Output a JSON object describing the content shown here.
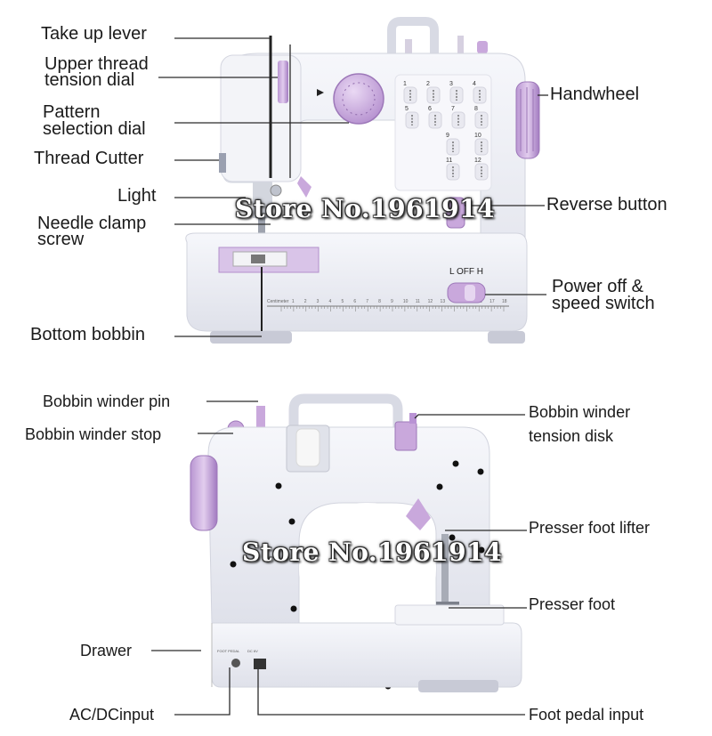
{
  "top_view": {
    "labels": {
      "take_up_lever": "Take up lever",
      "upper_thread_tension_1": "Upper thread",
      "upper_thread_tension_2": "tension dial",
      "pattern_selection_1": "Pattern",
      "pattern_selection_2": "selection dial",
      "thread_cutter": "Thread Cutter",
      "light": "Light",
      "needle_clamp_1": "Needle clamp",
      "needle_clamp_2": "screw",
      "bottom_bobbin": "Bottom bobbin",
      "handwheel": "Handwheel",
      "reverse_button": "Reverse button",
      "power_off_1": "Power off &",
      "power_off_2": "speed switch"
    },
    "switch_text": "L  OFF  H",
    "watermark": "Store No.1961914",
    "ruler_label": "Centimeter",
    "ruler_numbers": [
      "1",
      "2",
      "3",
      "4",
      "5",
      "6",
      "7",
      "8",
      "9",
      "10",
      "11",
      "12",
      "13",
      "14",
      "15",
      "16",
      "17",
      "18"
    ],
    "stitch_numbers": [
      "1",
      "2",
      "3",
      "4",
      "5",
      "6",
      "7",
      "8",
      "9",
      "10",
      "11",
      "12"
    ]
  },
  "bottom_view": {
    "labels": {
      "bobbin_winder_pin": "Bobbin winder pin",
      "bobbin_winder_stop": "Bobbin winder stop",
      "bobbin_tension_1": "Bobbin winder",
      "bobbin_tension_2": "tension disk",
      "presser_foot_lifter": "Presser foot lifter",
      "presser_foot": "Presser foot",
      "drawer": "Drawer",
      "ac_dc_input": "AC/DCinput",
      "foot_pedal_input": "Foot pedal input"
    },
    "port_left_label": "FOOT PEDAL",
    "port_right_label": "DC 6V",
    "watermark": "Store No.1961914"
  },
  "colors": {
    "body": "#eceef4",
    "lilac": "#c9a8dc",
    "lilac_dark": "#a27ac0",
    "shadow": "#c8cad6",
    "line": "#2b2b2b"
  }
}
